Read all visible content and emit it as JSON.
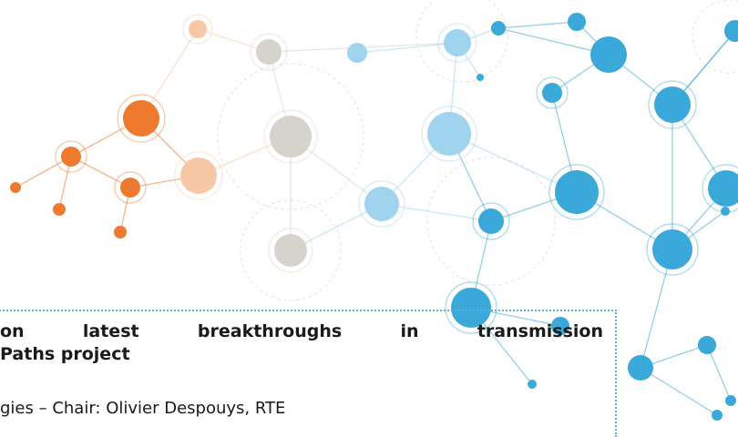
{
  "heading": {
    "line1_words": [
      "on",
      "latest",
      "breakthroughs",
      "in",
      "transmission"
    ],
    "line2": "Paths project"
  },
  "subline": "gies – Chair: Olivier Despouys, RTE",
  "colors": {
    "orange": "#ee7a2f",
    "peach": "#f8c8a6",
    "grey": "#d6d2cc",
    "blue": "#3aa8d8",
    "light_blue": "#9fd3ee",
    "border": "#5ab3d6"
  }
}
